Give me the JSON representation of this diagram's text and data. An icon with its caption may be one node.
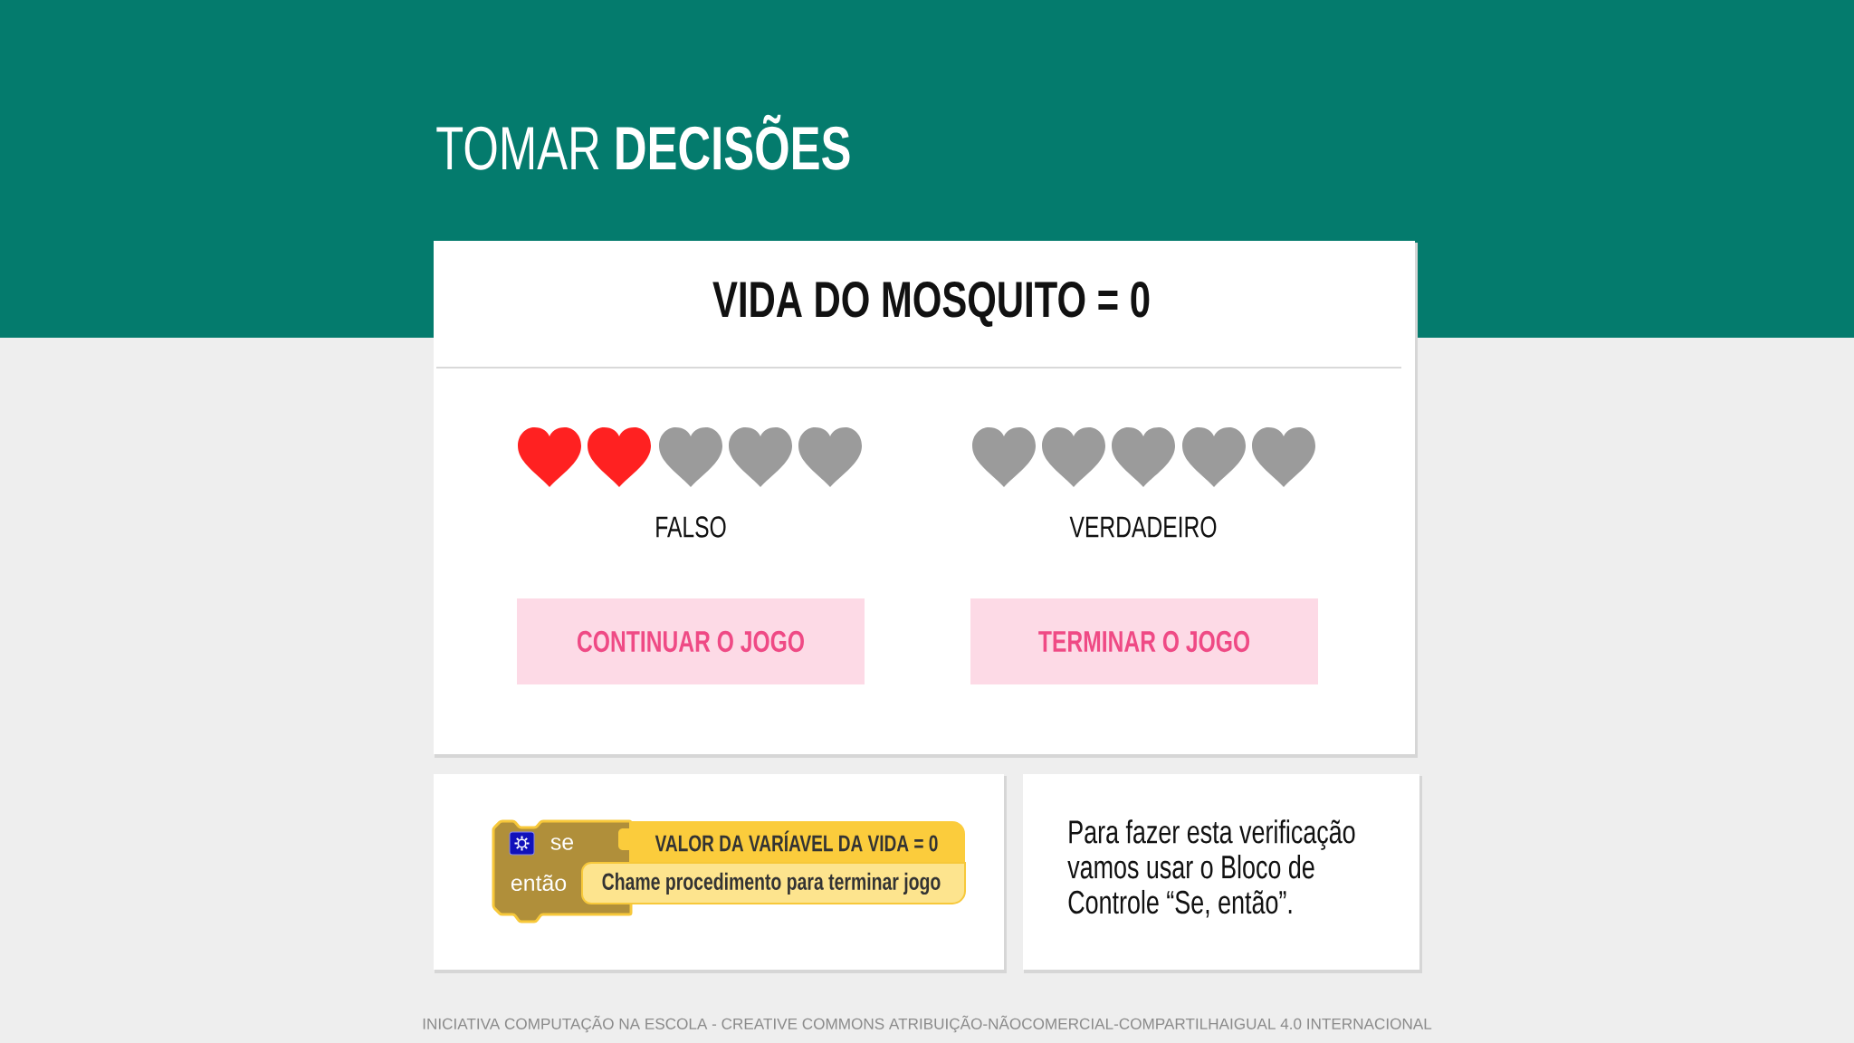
{
  "diagram": {
    "title": "TOMAR **DECISÕES**",
    "nodes": [
      {
        "text": [
          "VIDA DO MOSQUITO = 0"
        ]
      },
      {
        "text": [
          "CONTINUAR O JOGO"
        ],
        "in": 0
      },
      {
        "text": [
          "TERMINAR O JOGO"
        ],
        "in": 0
      },
      {
        "text": [],
        "shape": "box"
      },
      {
        "text": [
          "se",
          "então"
        ],
        "in": 3
      },
      {
        "text": [
          "VALOR DA VARÍAVEL DA VIDA = 0"
        ],
        "in": 3
      },
      {
        "text": [
          "Chame procedimento para terminar jogo"
        ],
        "in": 3
      },
      {
        "text": [
          "Para fazer esta verificação vamos usar o Bloco de Controle “Se, então”."
        ]
      }
    ],
    "labels": [
      "FALSO",
      "VERDADEIRO",
      "INICIATIVA COMPUTAÇÃO NA ESCOLA - CREATIVE COMMONS ATRIBUIÇÃO-NÃOCOMERCIAL-COMPARTILHAIGUAL 4.0 INTERNACIONAL"
    ]
  }
}
